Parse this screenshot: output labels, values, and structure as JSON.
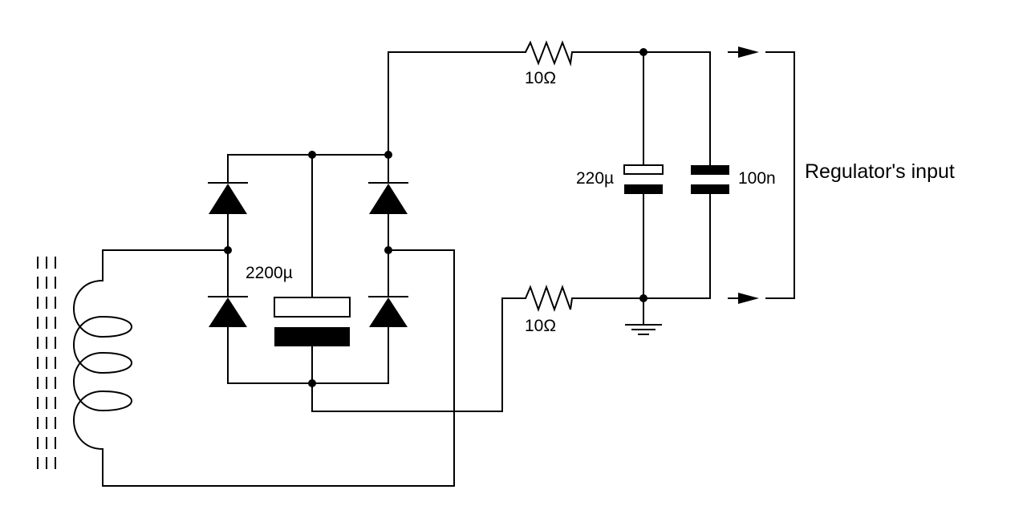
{
  "labels": {
    "r_top": "10Ω",
    "r_bottom": "10Ω",
    "c_reservoir": "2200µ",
    "c_electrolytic": "220µ",
    "c_ceramic": "100n",
    "output": "Regulator's input"
  },
  "colors": {
    "ink": "#000000",
    "background": "#ffffff"
  }
}
